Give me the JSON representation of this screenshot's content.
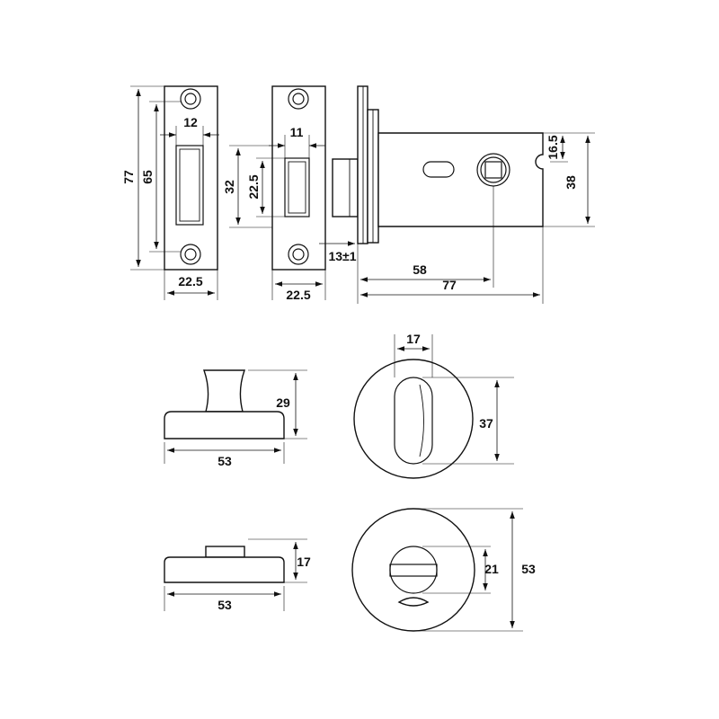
{
  "diagram": {
    "colors": {
      "line": "#111111",
      "background": "#ffffff"
    },
    "dimensions": {
      "strike_plate_height": "77",
      "strike_hole_height": "65",
      "strike_slot_width": "12",
      "strike_plate_width": "22.5",
      "forend_slot_width": "11",
      "forend_32": "32",
      "forend_22_5": "22.5",
      "forend_width": "22.5",
      "bolt_projection": "13±1",
      "case_16_5": "16.5",
      "case_38": "38",
      "backset": "58",
      "case_length": "77",
      "turn_knob_height": "29",
      "turn_base_width": "53",
      "escutcheon_slot_width": "17",
      "escutcheon_slot_height": "37",
      "release_height": "17",
      "release_base_width": "53",
      "release_slot_height": "21",
      "release_diameter": "53"
    }
  }
}
